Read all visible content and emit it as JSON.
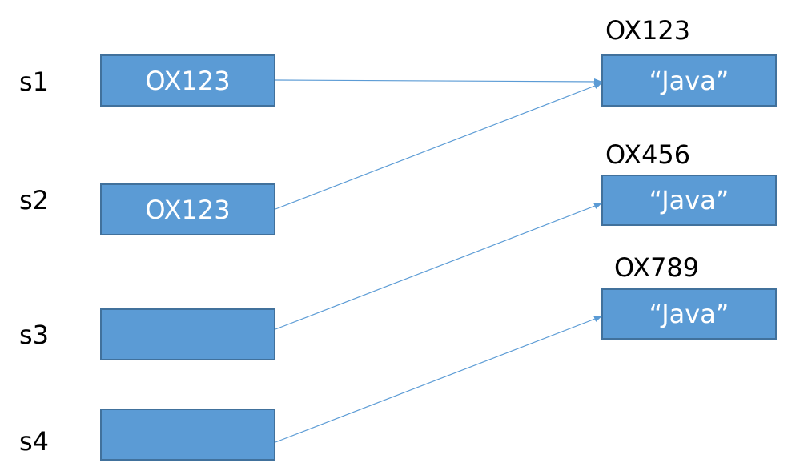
{
  "variables": [
    {
      "name": "s1",
      "value": "OX123"
    },
    {
      "name": "s2",
      "value": "OX123"
    },
    {
      "name": "s3",
      "value": ""
    },
    {
      "name": "s4",
      "value": ""
    }
  ],
  "objects": [
    {
      "address": "OX123",
      "content": "“Java”"
    },
    {
      "address": "OX456",
      "content": "“Java”"
    },
    {
      "address": "OX789",
      "content": "“Java”"
    }
  ],
  "references": [
    {
      "from": "s1",
      "to": "OX123"
    },
    {
      "from": "s2",
      "to": "OX123"
    },
    {
      "from": "s3",
      "to": "OX456"
    },
    {
      "from": "s4",
      "to": "OX789"
    }
  ],
  "colors": {
    "box_fill": "#5b9bd5",
    "box_border": "#41719c",
    "arrow": "#5b9bd5"
  }
}
